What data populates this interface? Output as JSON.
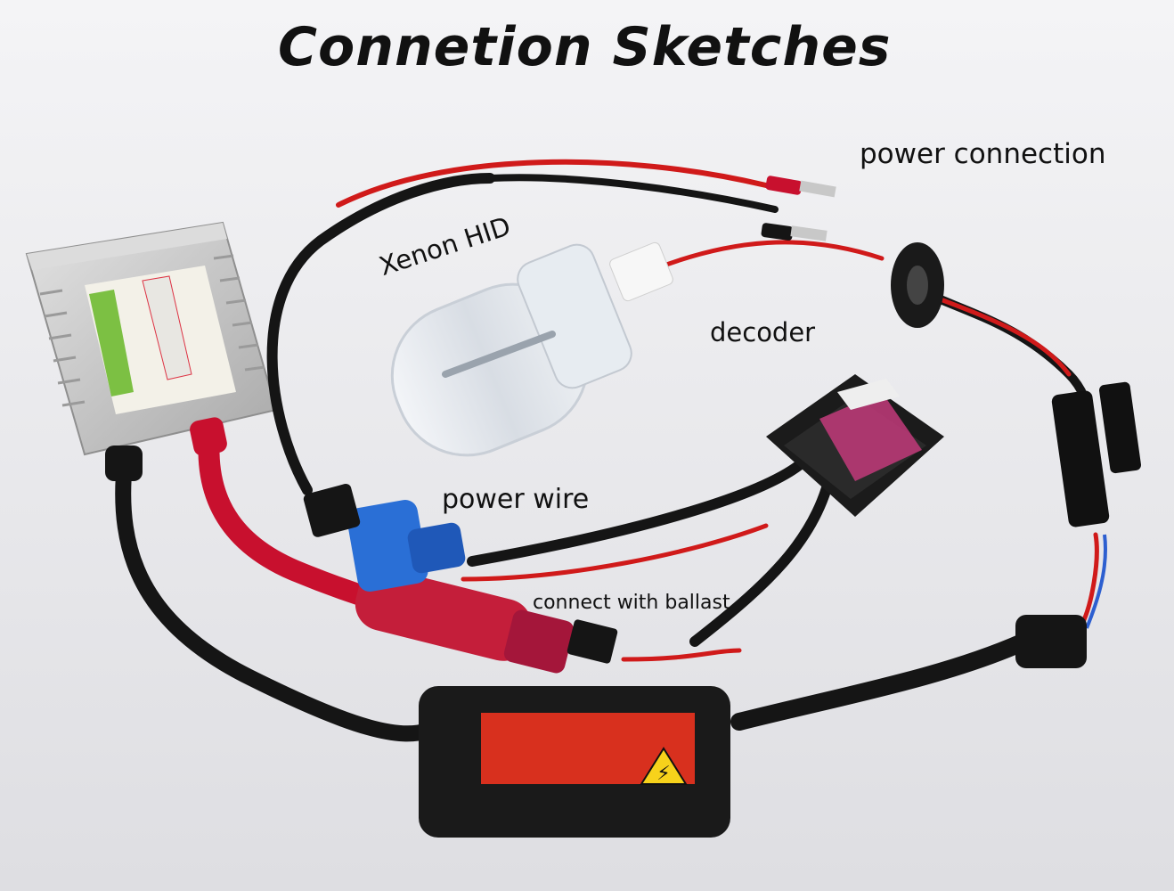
{
  "title": "Connetion Sketches",
  "labels": {
    "power_connection": "power connection",
    "xenon_hid": "Xenon HID",
    "decoder": "decoder",
    "power_wire": "power wire",
    "connect_with_ballast": "connect with ballast"
  },
  "colors": {
    "background": "#e9e9eb",
    "wire_black": "#151515",
    "wire_red": "#d01a1a",
    "ballast_silver": "#c9c9c9",
    "connector_blue": "#2a6fd6",
    "sleeve_red": "#c41e3a",
    "warning_red": "#d8301e"
  }
}
